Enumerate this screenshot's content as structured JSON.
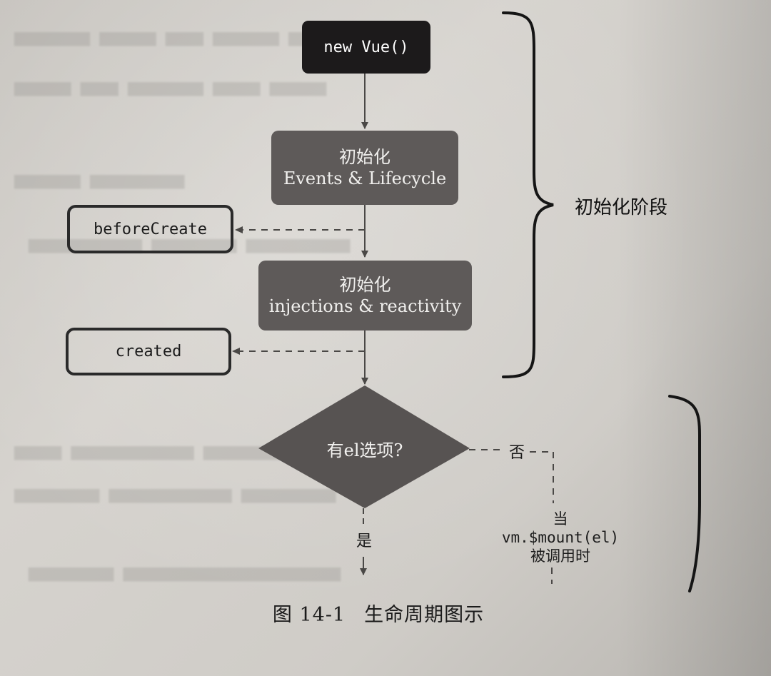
{
  "start_node": {
    "label": "new Vue()"
  },
  "init_events": {
    "line1": "初始化",
    "line2": "Events & Lifecycle"
  },
  "before_create": {
    "label": "beforeCreate"
  },
  "init_injections": {
    "line1": "初始化",
    "line2": "injections & reactivity"
  },
  "created": {
    "label": "created"
  },
  "decision": {
    "label": "有el选项?"
  },
  "branch_no": {
    "label": "否"
  },
  "branch_yes": {
    "label": "是"
  },
  "stage_brace": {
    "label": "初始化阶段"
  },
  "mount_note": {
    "line1": "当",
    "line2": "vm.$mount(el)",
    "line3": "被调用时"
  },
  "caption": {
    "number": "图 14-1",
    "title": "生命周期图示"
  },
  "colors": {
    "start_fill": "#1c1a1b",
    "stage_fill": "#5e5a59",
    "decision_fill": "#575352",
    "hook_border": "#2a2a2a",
    "line": "#4a4846"
  }
}
